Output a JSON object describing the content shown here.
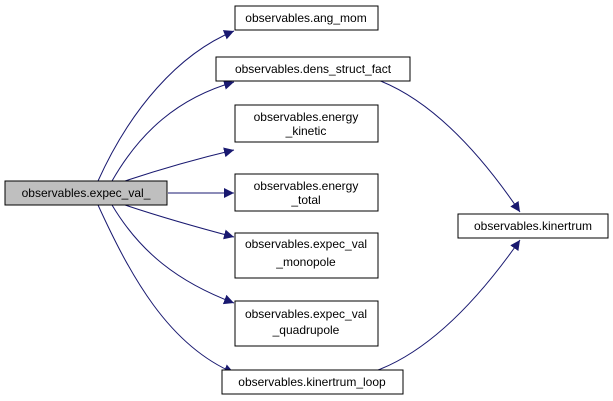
{
  "diagram": {
    "edge_color": "#191970",
    "root_fill": "#bfbfbf",
    "node_fill": "#ffffff",
    "root": {
      "id": "expec_val",
      "lines": [
        "observables.expec_val_"
      ]
    },
    "callees": [
      {
        "id": "ang_mom",
        "lines": [
          "observables.ang_mom"
        ]
      },
      {
        "id": "dens_struct_fact",
        "lines": [
          "observables.dens_struct_fact"
        ]
      },
      {
        "id": "energy_kinetic",
        "lines": [
          "observables.energy",
          "_kinetic"
        ]
      },
      {
        "id": "energy_total",
        "lines": [
          "observables.energy",
          "_total"
        ]
      },
      {
        "id": "expec_val_monopole",
        "lines": [
          "observables.expec_val",
          "_monopole"
        ]
      },
      {
        "id": "expec_val_quadrupole",
        "lines": [
          "observables.expec_val",
          "_quadrupole"
        ]
      },
      {
        "id": "kinertrum_loop",
        "lines": [
          "observables.kinertrum_loop"
        ]
      },
      {
        "id": "kinertrum",
        "lines": [
          "observables.kinertrum"
        ]
      }
    ],
    "edges": [
      {
        "from": "expec_val",
        "to": "ang_mom"
      },
      {
        "from": "expec_val",
        "to": "dens_struct_fact"
      },
      {
        "from": "expec_val",
        "to": "energy_kinetic"
      },
      {
        "from": "expec_val",
        "to": "energy_total"
      },
      {
        "from": "expec_val",
        "to": "expec_val_monopole"
      },
      {
        "from": "expec_val",
        "to": "expec_val_quadrupole"
      },
      {
        "from": "expec_val",
        "to": "kinertrum_loop"
      },
      {
        "from": "dens_struct_fact",
        "to": "kinertrum"
      },
      {
        "from": "kinertrum_loop",
        "to": "kinertrum"
      }
    ]
  }
}
